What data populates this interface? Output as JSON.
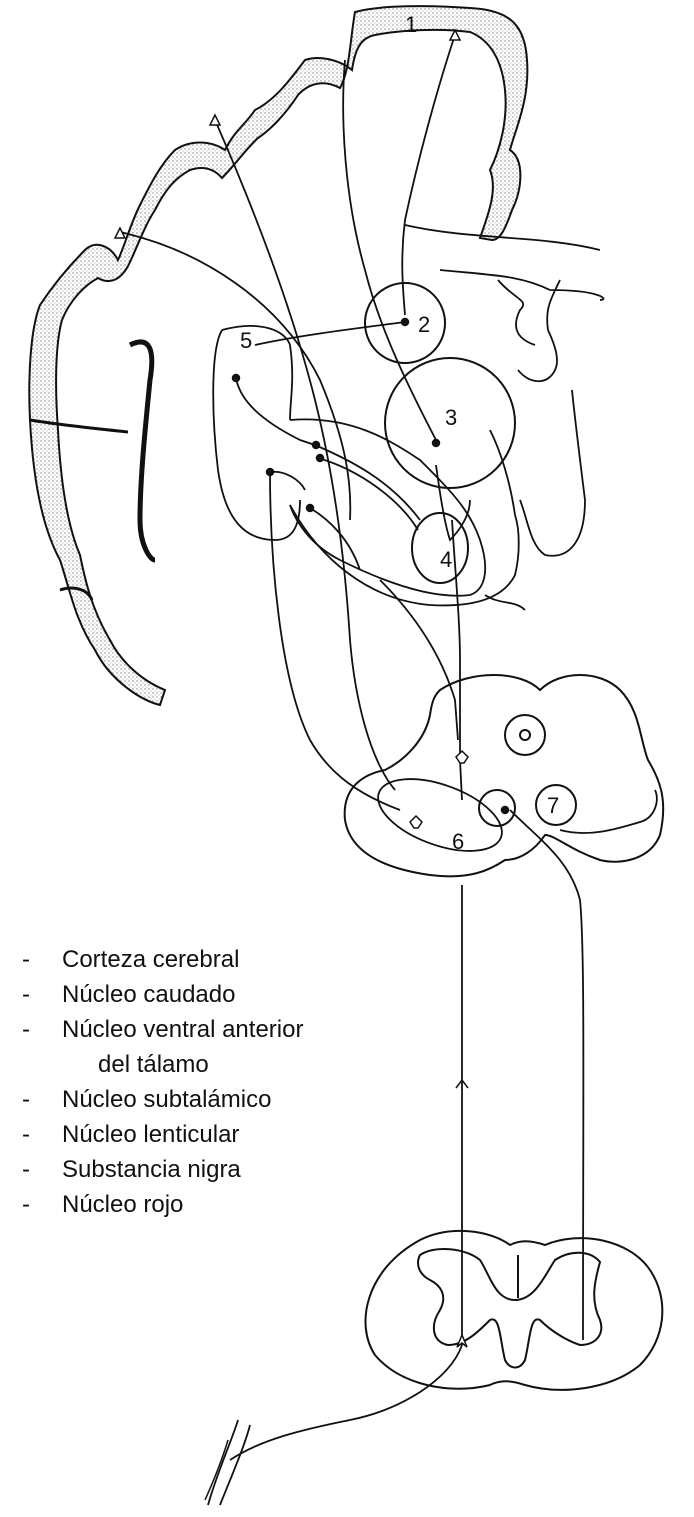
{
  "diagram": {
    "labels": {
      "n1": "1",
      "n2": "2",
      "n3": "3",
      "n4": "4",
      "n5": "5",
      "n6": "6",
      "n7": "7"
    }
  },
  "legend": {
    "dash": "-",
    "items": [
      "Corteza cerebral",
      "Núcleo caudado",
      "Núcleo ventral anterior",
      "del tálamo",
      "Núcleo subtalámico",
      "Núcleo lenticular",
      "Substancia nigra",
      "Núcleo rojo"
    ]
  }
}
